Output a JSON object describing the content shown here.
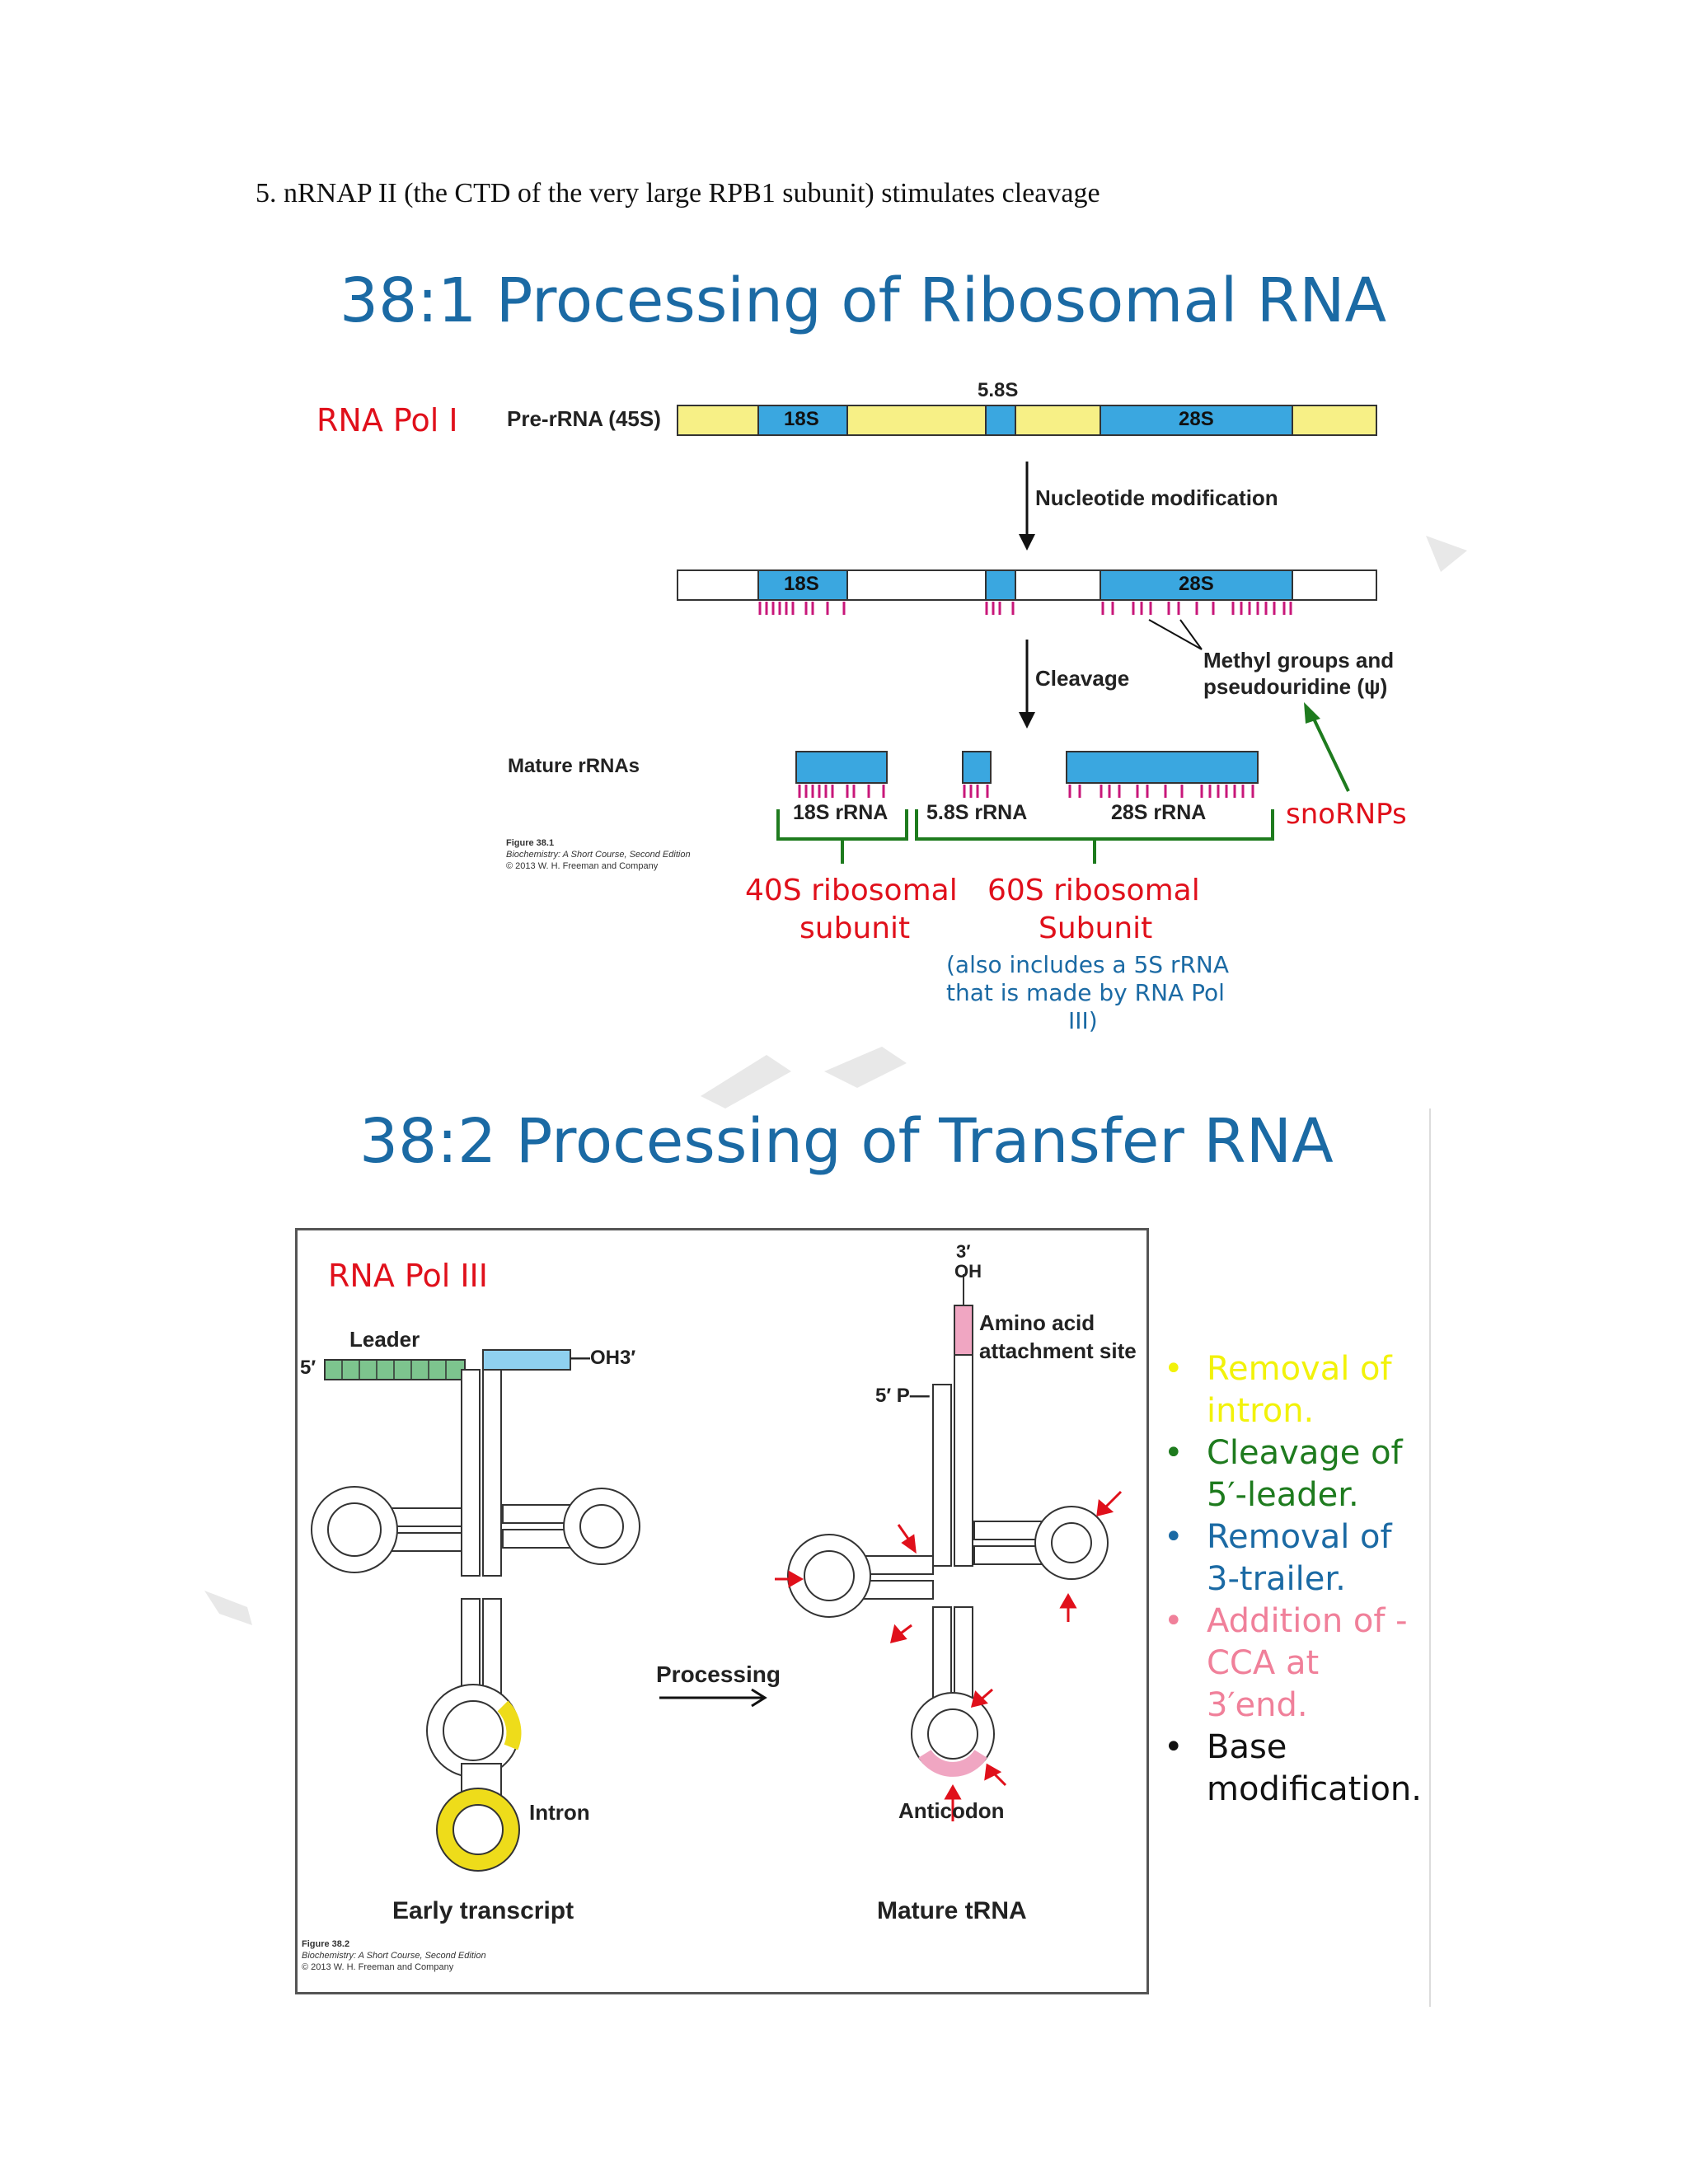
{
  "doc": {
    "intro_line": "5. nRNAP II (the CTD of the very large RPB1 subunit) stimulates cleavage"
  },
  "rrna": {
    "title": "38:1 Processing of Ribosomal RNA",
    "pol_label": "RNA Pol I",
    "pre_label": "Pre-rRNA (45S)",
    "seg_18s": "18S",
    "seg_58s": "5.8S",
    "seg_28s": "28S",
    "step1": "Nucleotide modification",
    "step2": "Cleavage",
    "methyl_note_1": "Methyl groups and",
    "methyl_note_2": "pseudouridine (ψ)",
    "mature_label": "Mature rRNAs",
    "mature_18s": "18S rRNA",
    "mature_58s": "5.8S rRNA",
    "mature_28s": "28S rRNA",
    "snornps": "snoRNPs",
    "subunit_40s_1": "40S ribosomal",
    "subunit_40s_2": "subunit",
    "subunit_60s_1": "60S ribosomal",
    "subunit_60s_2": "Subunit",
    "note_1": "(also includes a 5S rRNA",
    "note_2": "that is made by RNA Pol",
    "note_3": "III)",
    "fig_1": "Figure 38.1",
    "fig_2": "Biochemistry: A Short Course, Second Edition",
    "fig_3": "© 2013 W. H. Freeman and Company"
  },
  "trna": {
    "title": "38:2 Processing of Transfer RNA",
    "pol_label": "RNA Pol III",
    "leader": "Leader",
    "five_prime": "5′",
    "oh3": "—OH3′",
    "three_oh_1": "3′",
    "three_oh_2": "OH",
    "amino_1": "Amino acid",
    "amino_2": "attachment site",
    "five_p": "5′ P—",
    "intron": "Intron",
    "processing": "Processing",
    "anticodon": "Anticodon",
    "early": "Early transcript",
    "mature": "Mature tRNA",
    "fig_1": "Figure 38.2",
    "fig_2": "Biochemistry: A Short Course, Second Edition",
    "fig_3": "© 2013 W. H. Freeman and Company",
    "bullets": [
      {
        "line1": "Removal of",
        "line2": "intron.",
        "color": "#f2f20a"
      },
      {
        "line1": "Cleavage of",
        "line2": "5′-leader.",
        "color": "#1e7b1e"
      },
      {
        "line1": "Removal of",
        "line2": "3-trailer.",
        "color": "#1b6aa4"
      },
      {
        "line1": "Addition of -",
        "line2": "CCA at",
        "line3": "3′end.",
        "color": "#f0809a"
      },
      {
        "line1": "Base",
        "line2": "modification.",
        "color": "#111111"
      }
    ]
  },
  "colors": {
    "title_blue": "#1b6aa4",
    "red": "#e0101b",
    "green": "#1e7b1e",
    "yellow": "#f7f086",
    "rna_blue": "#3aa7e0",
    "magenta": "#c8177a"
  }
}
